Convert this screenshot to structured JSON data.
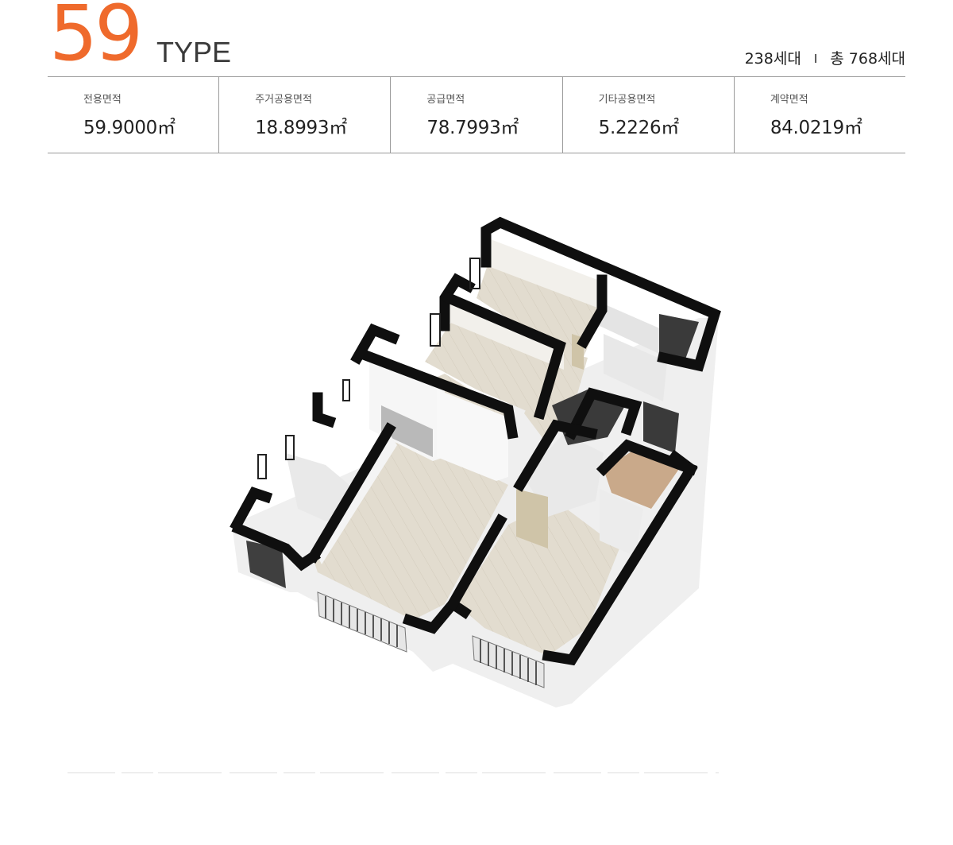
{
  "header": {
    "type_number": "59",
    "type_word": "TYPE",
    "households": "238세대",
    "separator": "I",
    "total_households": "총 768세대"
  },
  "areas": [
    {
      "label": "전용면적",
      "value": "59.9000㎡"
    },
    {
      "label": "주거공용면적",
      "value": "18.8993㎡"
    },
    {
      "label": "공급면적",
      "value": "78.7993㎡"
    },
    {
      "label": "기타공용면적",
      "value": "5.2226㎡"
    },
    {
      "label": "계약면적",
      "value": "84.0219㎡"
    }
  ],
  "colors": {
    "accent": "#ef6a2c",
    "wall": "#111111",
    "floor": "#ddd6c8",
    "wall_face": "#f2f1ee"
  }
}
